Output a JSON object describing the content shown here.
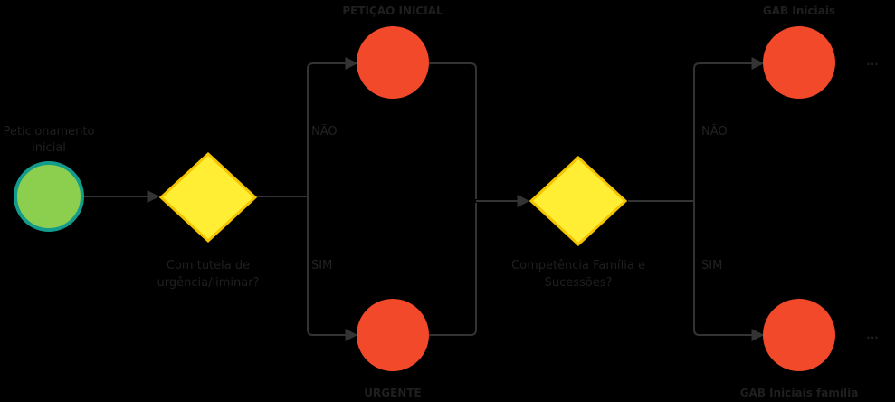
{
  "diagram": {
    "start_label_line1": "Peticionamento",
    "start_label_line2": "inicial",
    "gateway1_line1": "Com tutela de",
    "gateway1_line2": "urgência/liminar?",
    "edge_nao_1": "NÃO",
    "edge_sim_1": "SIM",
    "peticao_inicial": "PETIÇÃO INICIAL",
    "urgente": "URGENTE",
    "gateway2_line1": "Competência Família e",
    "gateway2_line2": "Sucessões?",
    "edge_nao_2": "NÃO",
    "edge_sim_2": "SIM",
    "gab_iniciais": "GAB Iniciais",
    "gab_iniciais_familia": "GAB Iniciais família",
    "continuation": "..."
  },
  "colors": {
    "background": "#000000",
    "start_fill": "#8ccf4f",
    "start_stroke": "#139b8c",
    "gateway_fill": "#ffee33",
    "gateway_stroke": "#f5c400",
    "task_fill": "#f2492a",
    "connector": "#333333"
  }
}
